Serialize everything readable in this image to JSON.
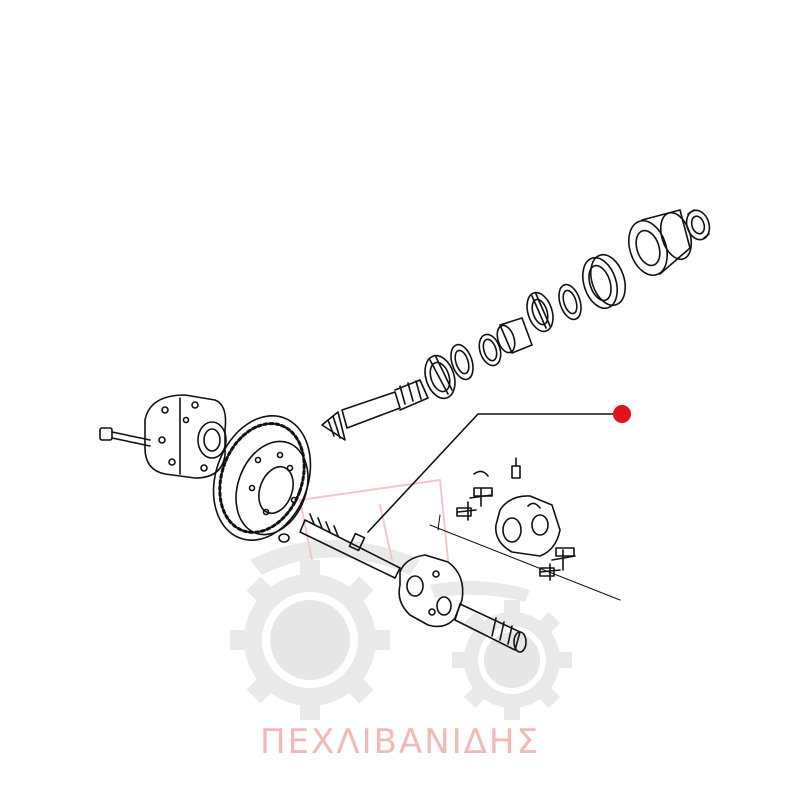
{
  "watermark": {
    "brand_name": "ΠΕΧΛΙΒΑΝΙΔΗΣ",
    "logo_color": "#e9e9e9",
    "text_color": "#f2b9b7",
    "icon": "tractor-logo-icon"
  },
  "callout": {
    "marker_color": "#e3121d",
    "icon": "red-dot-marker-icon"
  },
  "drawing": {
    "line_color": "#111111",
    "parts": [
      "bolt",
      "differential-housing",
      "crown-wheel",
      "pinion-shaft",
      "bearing",
      "spacer",
      "bearing-cup",
      "bearing-housing",
      "lock-nut",
      "axle-shaft",
      "universal-joint",
      "cross-spider",
      "circlip",
      "grease-nipple"
    ]
  }
}
